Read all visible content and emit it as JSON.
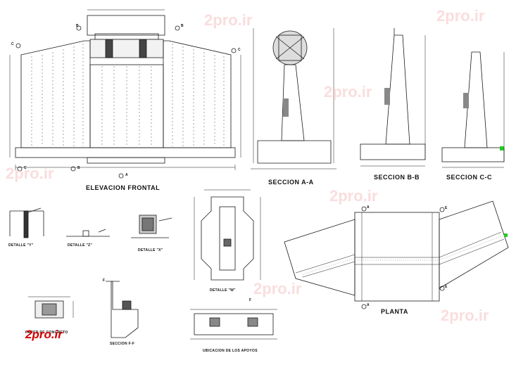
{
  "titles": {
    "elevacion": "ELEVACION FRONTAL",
    "seccion_aa": "SECCION A-A",
    "seccion_bb": "SECCION B-B",
    "seccion_cc": "SECCION C-C",
    "planta": "PLANTA"
  },
  "details": {
    "det_y": "DETALLE \"Y\"",
    "det_z": "DETALLE \"Z\"",
    "det_x": "DETALLE \"X\"",
    "det_w": "DETALLE \"W\"",
    "pared": "PARED DE CONCRETO",
    "seccion_ff": "SECCION F-F",
    "ubicacion": "UBICACION DE LOS APOYOS"
  },
  "markers": {
    "a": "A",
    "b": "B",
    "c": "C",
    "e": "E",
    "f": "F"
  },
  "watermark": "2pro.ir",
  "logo": "2pro.ir",
  "colors": {
    "line": "#1a1a1a",
    "dim": "#222222",
    "watermark": "#f4b6b6",
    "logo": "#d40000",
    "accent_green": "#22cc22"
  }
}
